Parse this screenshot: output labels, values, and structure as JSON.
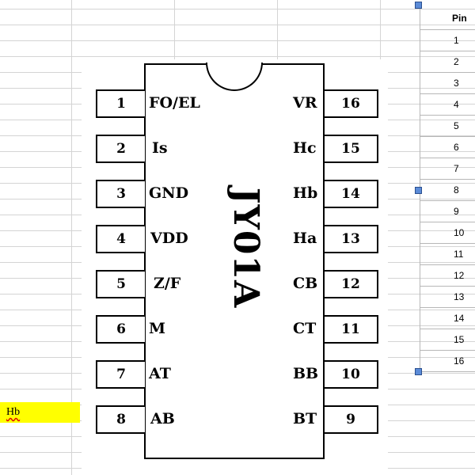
{
  "spreadsheet": {
    "highlighted_cell": "Hb"
  },
  "chip": {
    "name": "JY01A",
    "left_pins": [
      {
        "num": "1",
        "label": "FO/EL"
      },
      {
        "num": "2",
        "label": "Is"
      },
      {
        "num": "3",
        "label": "GND"
      },
      {
        "num": "4",
        "label": "VDD"
      },
      {
        "num": "5",
        "label": "Z/F"
      },
      {
        "num": "6",
        "label": "M"
      },
      {
        "num": "7",
        "label": "AT"
      },
      {
        "num": "8",
        "label": "AB"
      }
    ],
    "right_pins": [
      {
        "num": "16",
        "label": "VR"
      },
      {
        "num": "15",
        "label": "Hc"
      },
      {
        "num": "14",
        "label": "Hb"
      },
      {
        "num": "13",
        "label": "Ha"
      },
      {
        "num": "12",
        "label": "CB"
      },
      {
        "num": "11",
        "label": "CT"
      },
      {
        "num": "10",
        "label": "BB"
      },
      {
        "num": "9",
        "label": "BT"
      }
    ]
  },
  "pin_table": {
    "header": "Pin",
    "rows": [
      "1",
      "2",
      "3",
      "4",
      "5",
      "6",
      "7",
      "8",
      "9",
      "10",
      "11",
      "12",
      "13",
      "14",
      "15",
      "16"
    ]
  },
  "colors": {
    "highlight": "#ffff00",
    "handle": "#5b8bd7"
  }
}
